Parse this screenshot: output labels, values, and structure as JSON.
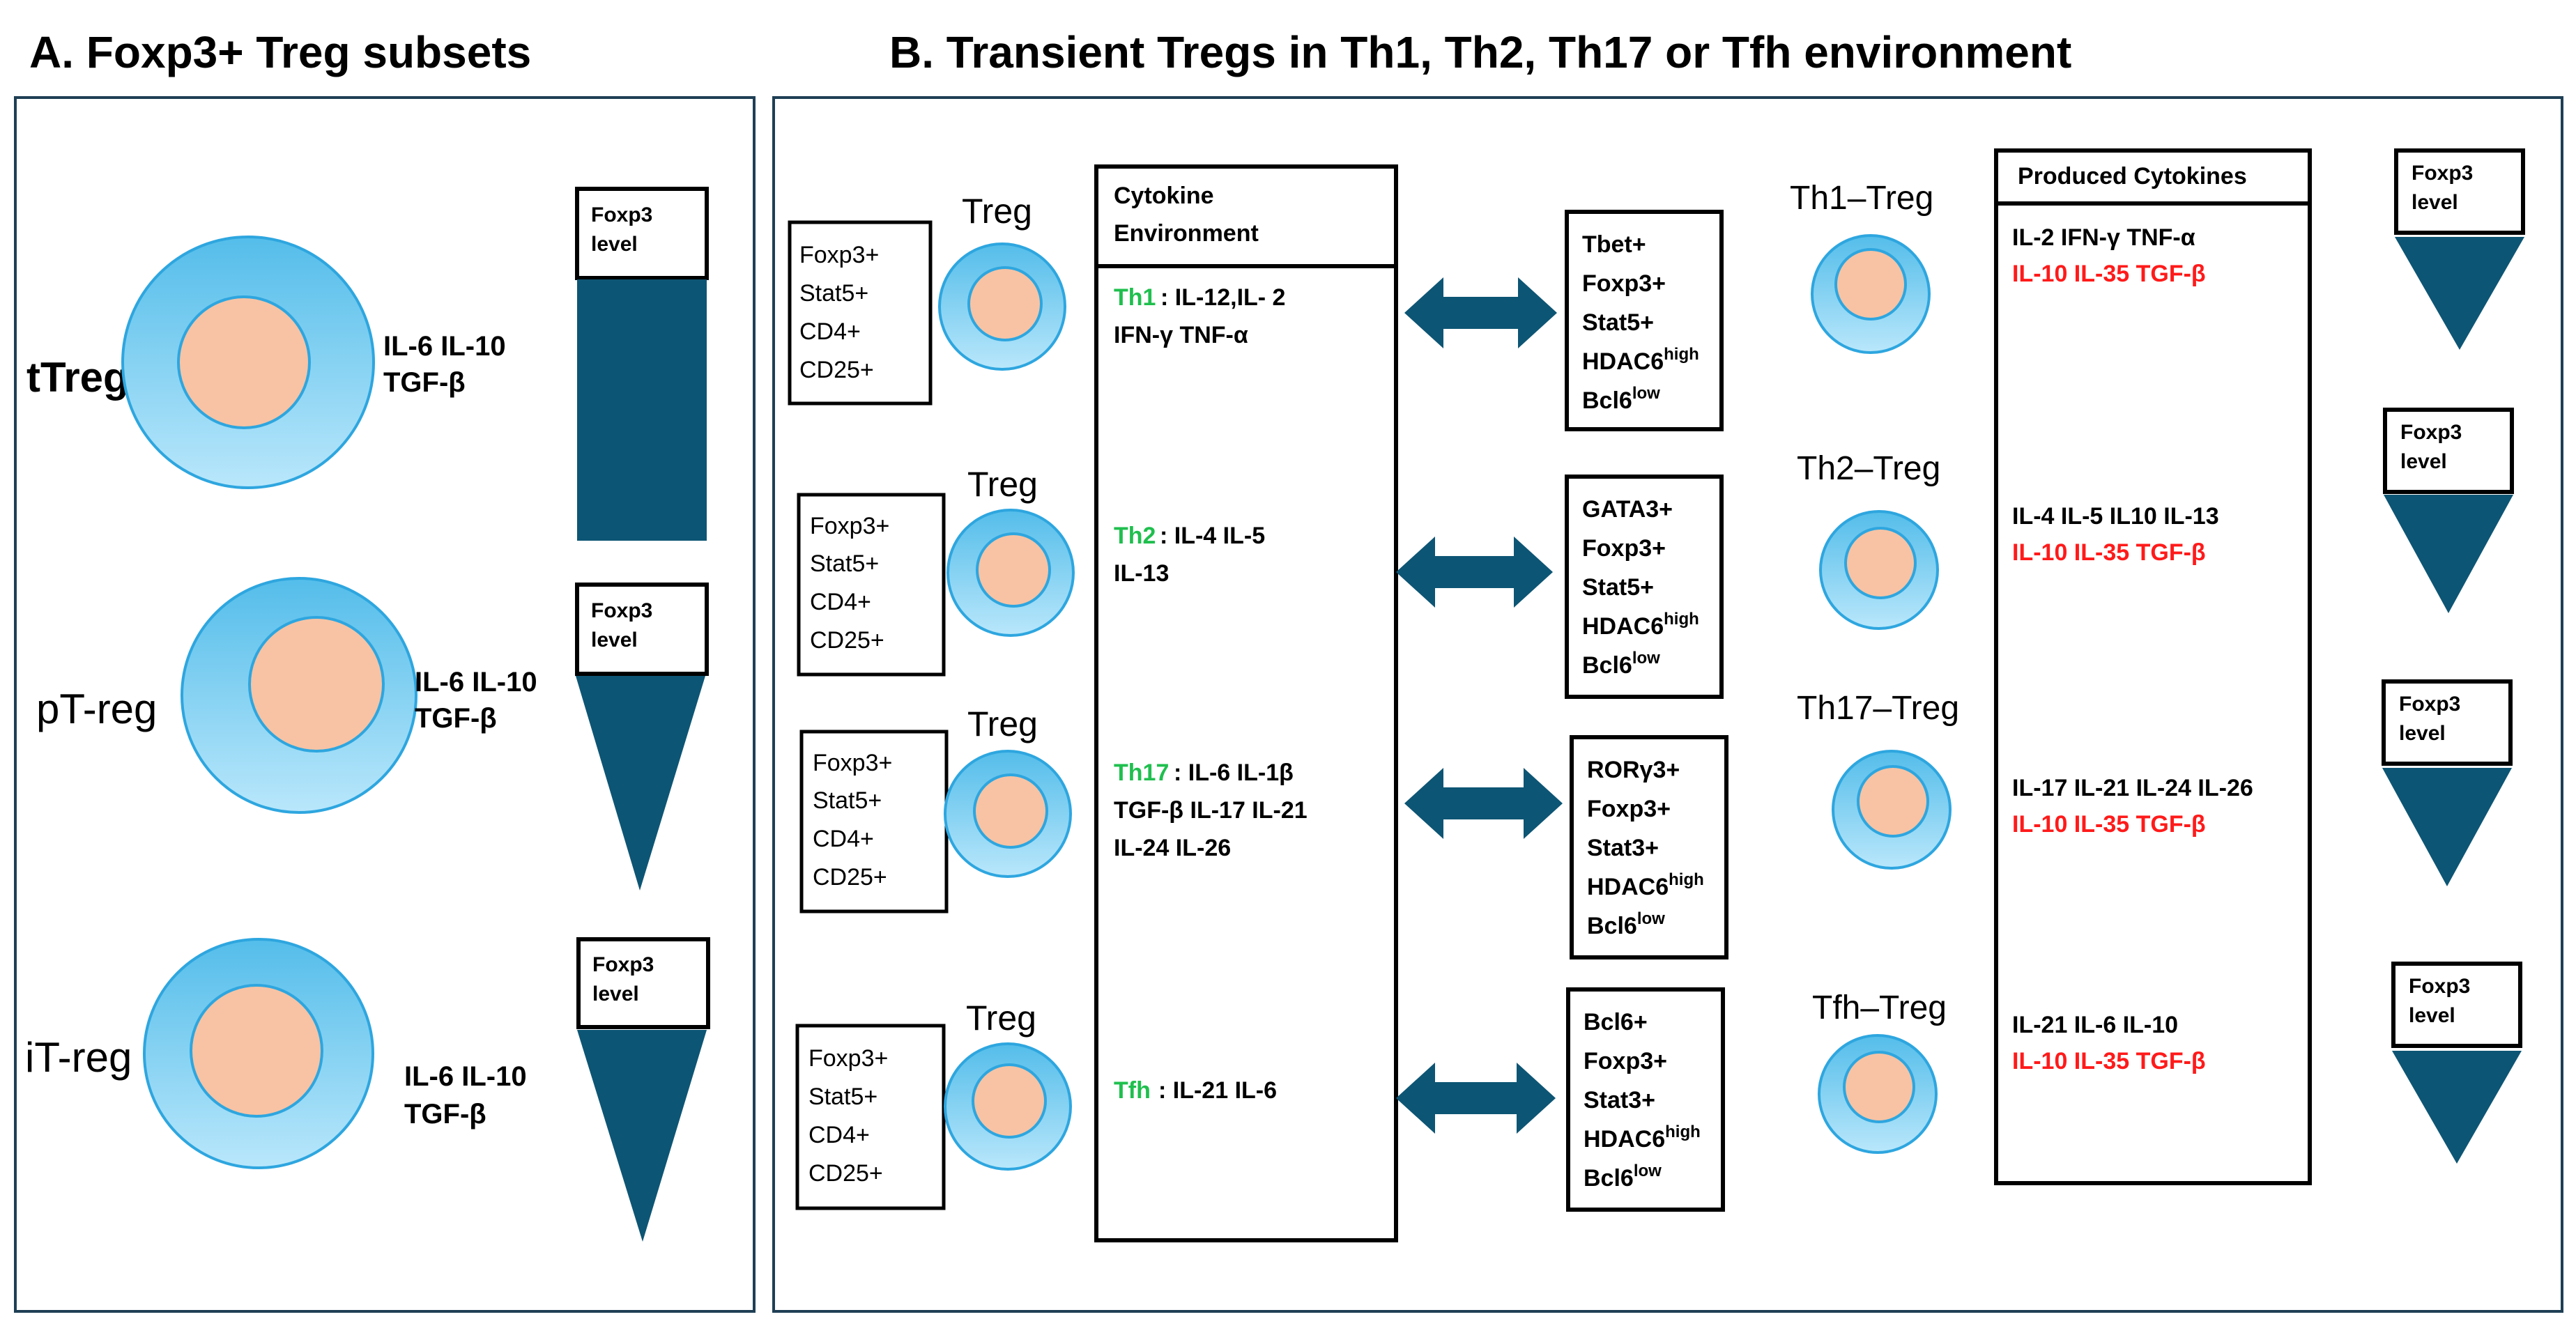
{
  "colors": {
    "panel_border": "#1f3f55",
    "cell_outer": "#67c6ef",
    "cell_outer_light": "#b7e6fa",
    "cell_nucleus": "#f7c3a4",
    "foxp3_shape": "#0d5574",
    "env_label": "#1fbf4e",
    "regulatory_cytokine_text": "#ff1a1a",
    "text": "#000000"
  },
  "panel_a": {
    "title": "A. Foxp3+ Treg subsets",
    "subsets": [
      {
        "name": "tTreg",
        "cytokines_line1": "IL-6 IL-10",
        "cytokines_line2": "TGF-β",
        "foxp3_label_line1": "Foxp3",
        "foxp3_label_line2": "level",
        "foxp3_pattern": "constant"
      },
      {
        "name": "pT-reg",
        "cytokines_line1": "IL-6 IL-10",
        "cytokines_line2": "TGF-β",
        "foxp3_label_line1": "Foxp3",
        "foxp3_label_line2": "level",
        "foxp3_pattern": "declining"
      },
      {
        "name": "iT-reg",
        "cytokines_line1": "IL-6 IL-10",
        "cytokines_line2": "TGF-β",
        "foxp3_label_line1": "Foxp3",
        "foxp3_label_line2": "level",
        "foxp3_pattern": "declining"
      }
    ]
  },
  "panel_b": {
    "title": "B. Transient Tregs in Th1, Th2, Th17 or Tfh environment",
    "cytokine_env_header_line1": "Cytokine",
    "cytokine_env_header_line2": "Environment",
    "produced_header": "Produced Cytokines",
    "rows": [
      {
        "treg_label": "Treg",
        "markers": [
          "Foxp3+",
          "Stat5+",
          "CD4+",
          "CD25+"
        ],
        "env_name": "Th1",
        "env_line1_rest": ": IL-12,IL- 2",
        "env_line2": "IFN-γ TNF-α",
        "env_line3": "",
        "transient_markers": [
          "Tbet+",
          "Foxp3+",
          "Stat5+"
        ],
        "hdac6_base": "HDAC6",
        "hdac6_sup": "high",
        "bcl6_base": "Bcl6",
        "bcl6_sup": "low",
        "transient_label": "Th1–Treg",
        "produced_line1": "IL-2 IFN-γ TNF-α",
        "produced_line2": "IL-10 IL-35 TGF-β",
        "foxp3_label_line1": "Foxp3",
        "foxp3_label_line2": "level"
      },
      {
        "treg_label": "Treg",
        "markers": [
          "Foxp3+",
          "Stat5+",
          "CD4+",
          "CD25+"
        ],
        "env_name": "Th2",
        "env_line1_rest": ": IL-4 IL-5",
        "env_line2": "IL-13",
        "env_line3": "",
        "transient_markers": [
          "GATA3+",
          "Foxp3+",
          "Stat5+"
        ],
        "hdac6_base": "HDAC6",
        "hdac6_sup": "high",
        "bcl6_base": "Bcl6",
        "bcl6_sup": "low",
        "transient_label": "Th2–Treg",
        "produced_line1": "IL-4 IL-5 IL10 IL-13",
        "produced_line2": "IL-10 IL-35 TGF-β",
        "foxp3_label_line1": "Foxp3",
        "foxp3_label_line2": "level"
      },
      {
        "treg_label": "Treg",
        "markers": [
          "Foxp3+",
          "Stat5+",
          "CD4+",
          "CD25+"
        ],
        "env_name": "Th17",
        "env_line1_rest": ": IL-6 IL-1β",
        "env_line2": "TGF-β IL-17 IL-21",
        "env_line3": "IL-24 IL-26",
        "transient_markers": [
          "RORγ3+",
          "Foxp3+",
          "Stat3+"
        ],
        "hdac6_base": "HDAC6",
        "hdac6_sup": "high",
        "bcl6_base": "Bcl6",
        "bcl6_sup": "low",
        "transient_label": "Th17–Treg",
        "produced_line1": "IL-17 IL-21 IL-24 IL-26",
        "produced_line2": "IL-10 IL-35 TGF-β",
        "foxp3_label_line1": "Foxp3",
        "foxp3_label_line2": "level"
      },
      {
        "treg_label": "Treg",
        "markers": [
          "Foxp3+",
          "Stat5+",
          "CD4+",
          "CD25+"
        ],
        "env_name": "Tfh",
        "env_line1_rest": ": IL-21 IL-6",
        "env_line2": "",
        "env_line3": "",
        "transient_markers": [
          "Bcl6+",
          "Foxp3+",
          "Stat3+"
        ],
        "hdac6_base": "HDAC6",
        "hdac6_sup": "high",
        "bcl6_base": "Bcl6",
        "bcl6_sup": "low",
        "transient_label": "Tfh–Treg",
        "produced_line1": "IL-21 IL-6 IL-10",
        "produced_line2": "IL-10 IL-35 TGF-β",
        "foxp3_label_line1": "Foxp3",
        "foxp3_label_line2": "level"
      }
    ]
  }
}
